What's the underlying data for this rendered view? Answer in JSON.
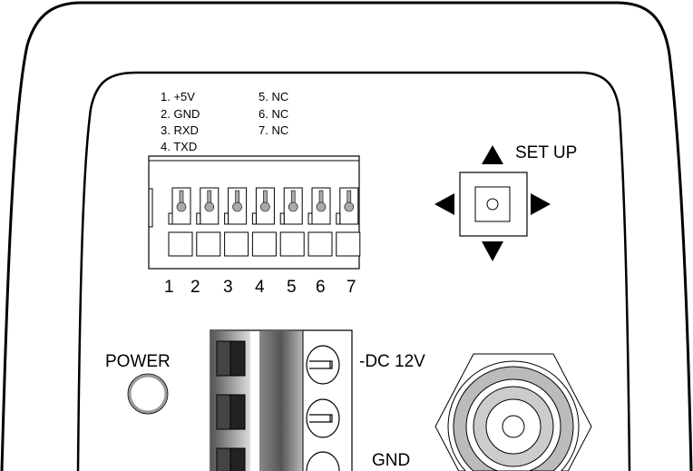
{
  "pinout": {
    "left": [
      "1. +5V",
      "2. GND",
      "3. RXD",
      "4. TXD"
    ],
    "right": [
      "5. NC",
      "6. NC",
      "7. NC"
    ]
  },
  "terminal_numbers": [
    "1",
    "2",
    "3",
    "4",
    "5",
    "6",
    "7"
  ],
  "setup_label": "SET UP",
  "power_label": "POWER",
  "dc_label": "-DC 12V",
  "gnd_label": "GND"
}
